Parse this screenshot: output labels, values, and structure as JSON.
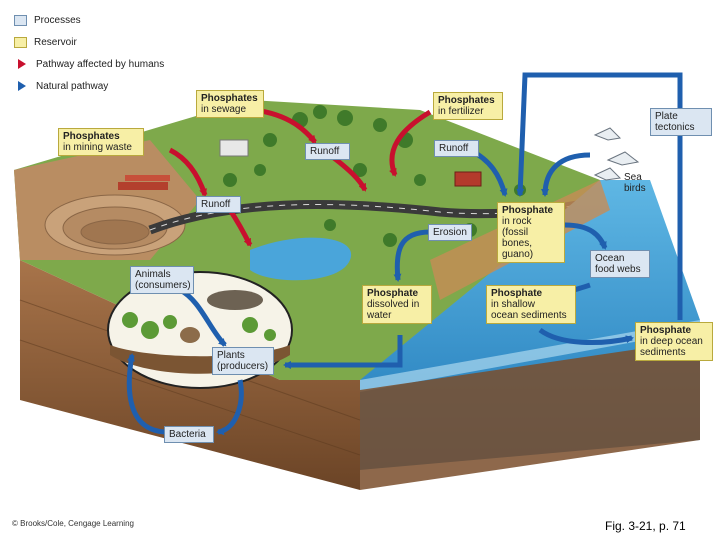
{
  "legend": {
    "processes": "Processes",
    "reservoir": "Reservoir",
    "human_pathway": "Pathway affected by humans",
    "natural_pathway": "Natural pathway"
  },
  "boxes": {
    "sewage": {
      "title": "Phosphates",
      "sub": "in sewage"
    },
    "fertilizer": {
      "title": "Phosphates",
      "sub": "in fertilizer"
    },
    "mining": {
      "title": "Phosphates",
      "sub": "in mining waste"
    },
    "plate": {
      "sub": "Plate\ntectonics"
    },
    "runoff_center": {
      "sub": "Runoff"
    },
    "runoff_right": {
      "sub": "Runoff"
    },
    "runoff_left": {
      "sub": "Runoff"
    },
    "sea_birds": {
      "sub": "Sea\nbirds"
    },
    "rock": {
      "title": "Phosphate",
      "sub": "in rock\n(fossil bones,\nguano)"
    },
    "erosion": {
      "sub": "Erosion"
    },
    "animals": {
      "sub": "Animals\n(consumers)"
    },
    "food_webs": {
      "sub": "Ocean\nfood webs"
    },
    "dissolved": {
      "title": "Phosphate",
      "sub": "dissolved in\nwater"
    },
    "shallow": {
      "title": "Phosphate",
      "sub": "in shallow\nocean sediments"
    },
    "deep": {
      "title": "Phosphate",
      "sub": "in deep ocean\nsediments"
    },
    "plants": {
      "sub": "Plants\n(producers)"
    },
    "bacteria": {
      "sub": "Bacteria"
    }
  },
  "colors": {
    "human_arrow": "#c8102e",
    "natural_arrow": "#1f5fae",
    "process_fill": "#dbe6f2",
    "reservoir_fill": "#f7efa6",
    "ocean": "#3f9fd6",
    "soil": "#9b6a3e",
    "land": "#6c9a3c"
  },
  "footer": {
    "credit": "© Brooks/Cole, Cengage Learning",
    "figure_ref": "Fig. 3-21, p. 71"
  }
}
